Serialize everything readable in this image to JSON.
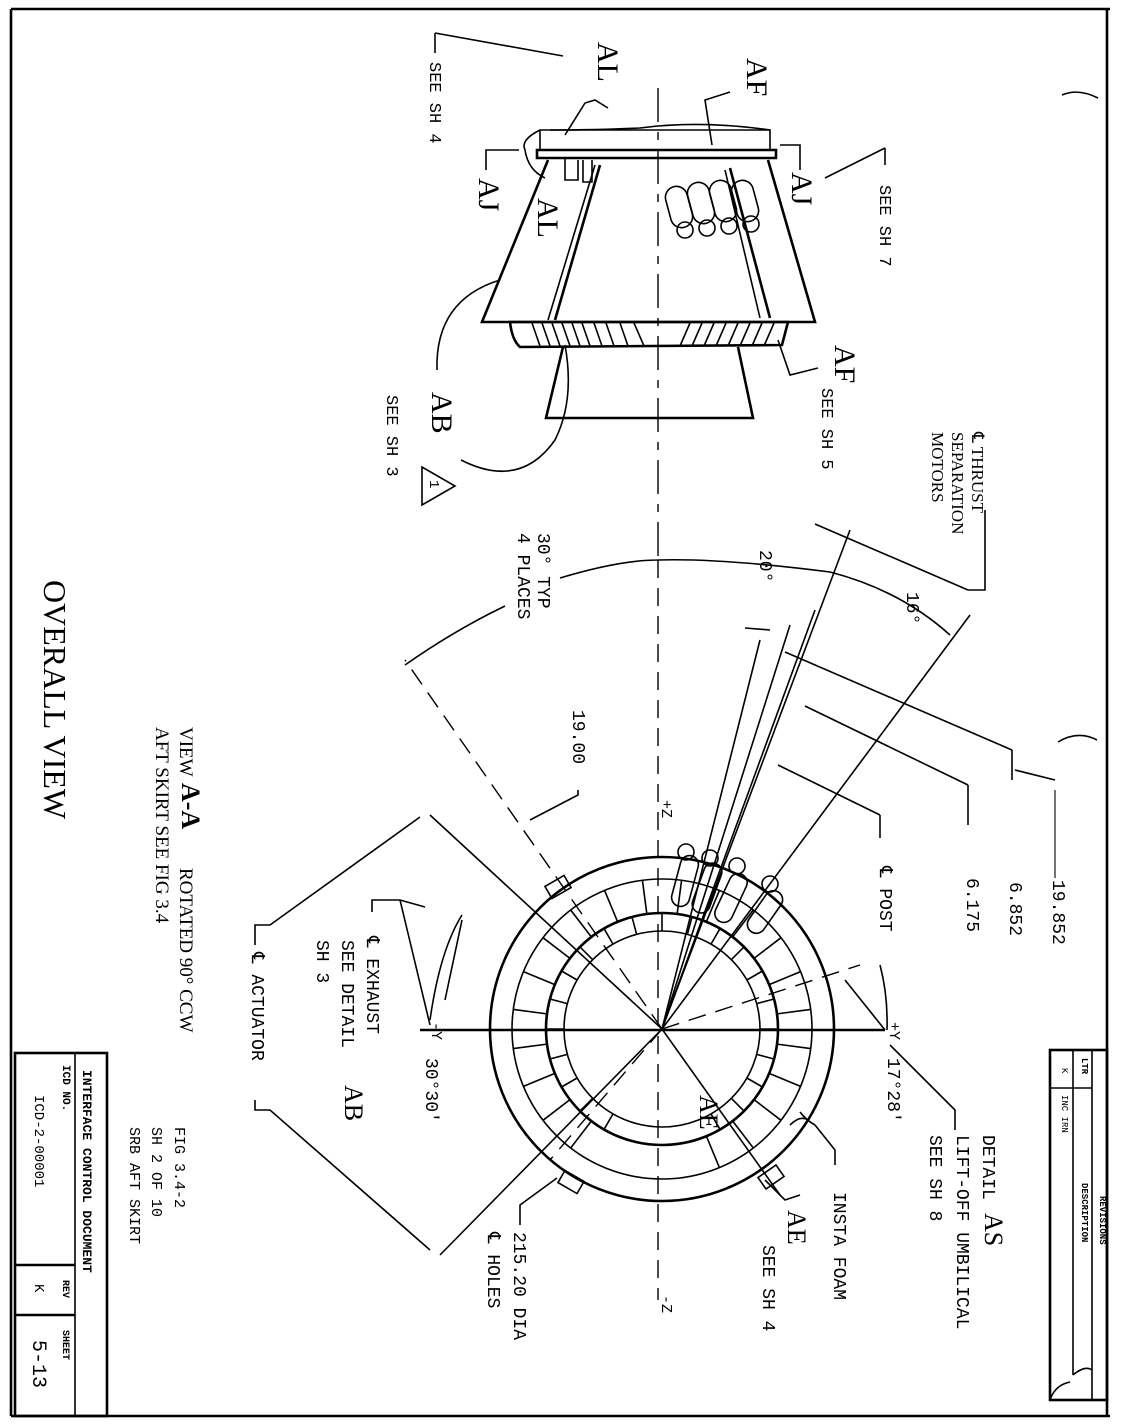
{
  "drawing": {
    "title": "OVERALL VIEW",
    "view_caption": {
      "prefix": "VIEW",
      "section": "A-A",
      "suffix": "ROTATED 90° CCW",
      "line2": "AFT SKIRT SEE FIG 3.4"
    }
  },
  "side_view": {
    "callouts": [
      {
        "id": "AL",
        "label": "AL",
        "note": "SEE SH 4"
      },
      {
        "id": "AF",
        "label": "AF",
        "note": ""
      },
      {
        "id": "AJ-left",
        "label": "AJ",
        "note": ""
      },
      {
        "id": "AJ-right",
        "label": "AJ",
        "note": "SEE SH 7"
      },
      {
        "id": "AL-inner",
        "label": "AL",
        "note": ""
      },
      {
        "id": "AF-lower",
        "label": "AF",
        "note": "SEE SH 5"
      },
      {
        "id": "AB",
        "label": "AB",
        "note": "SEE SH 3",
        "revision_flag": "1"
      }
    ]
  },
  "aft_view": {
    "axes": {
      "plus_z": "+Z",
      "minus_z": "-Z",
      "plus_y": "+Y",
      "minus_y": "-Y"
    },
    "dimensions": {
      "thrust_sep_motors": [
        "℄ THRUST",
        "SEPARATION",
        "MOTORS"
      ],
      "angle_20": "20°",
      "angle_16": "16°",
      "angle_30_typ": [
        "30° TYP",
        "4 PLACES"
      ],
      "dim_19_00": "19.00",
      "dim_19_852": "19.852",
      "dim_6_852": "6.852",
      "dim_6_175": "6.175",
      "post": "℄ POST",
      "angle_17_28": "17°28'",
      "angle_30_30": "30°30'"
    },
    "callouts": {
      "detail_as": {
        "line1": "DETAIL",
        "big": "AS",
        "line2": "LIFT-OFF UMBILICAL",
        "line3": "SEE SH 8"
      },
      "insta_foam": "INSTA FOAM",
      "ae_inner": "AE",
      "ae_outer": {
        "label": "AE",
        "note": "SEE SH 4"
      },
      "holes": [
        "215.20 DIA",
        "℄ HOLES"
      ],
      "exhaust": {
        "line1": "℄ EXHAUST",
        "line2": "SEE DETAIL",
        "big": "AB",
        "line3": "SH 3"
      },
      "actuator": "℄ ACTUATOR"
    }
  },
  "figure_ref": [
    "FIG 3.4-2",
    "SH 2 OF 10",
    "SRB AFT SKIRT"
  ],
  "title_block": {
    "doc_title": "INTERFACE CONTROL DOCUMENT",
    "icd_label": "ICD NO.",
    "icd_number": "ICD-2-00001",
    "rev_label": "REV",
    "rev_value": "K",
    "sheet_label": "SHEET",
    "sheet_value": "5-13"
  },
  "revisions": {
    "header": "REVISIONS",
    "col_ltr": "LTR",
    "col_desc": "DESCRIPTION",
    "rows": [
      {
        "ltr": "K",
        "desc": "INC IRN"
      }
    ]
  }
}
